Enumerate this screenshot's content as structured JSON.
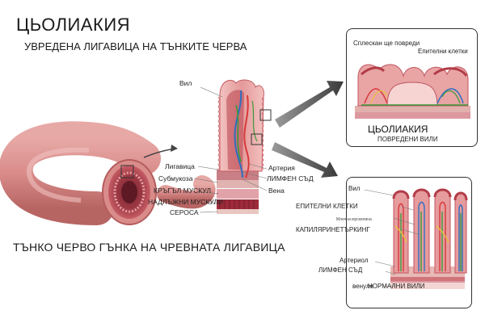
{
  "header": {
    "title": "ЦЬОЛИАКИЯ",
    "subtitle": "УВРЕДЕНА ЛИГАВИЦА НА ТЪНКИТЕ ЧЕРВА"
  },
  "caption": "ТЪНКО ЧЕРВО ГЪНКА НА ЧРЕВНАТА ЛИГАВИЦА",
  "wall_labels": {
    "villus": "Вил",
    "mucosa": "Лигавица",
    "submucosa": "Субмукоза",
    "circular_muscle": "КРЪГЪЛ МУСКУЛ",
    "longitudinal_muscle": "НАДЛЪЖНИ МУСКУЛИ",
    "serosa": "СЕРОСА",
    "artery": "Артерия",
    "lymph_vessel": "ЛИМФЕН СЪД",
    "vein": "Вена"
  },
  "celiac_panel": {
    "flattened_villi": "Сплескан ще повреди",
    "epithelial_cells": "Епителни клетки",
    "title": "ЦЬОЛИАКИЯ",
    "subtitle": "ПОВРЕДЕНИ ВИЛИ"
  },
  "normal_panel": {
    "villus": "Вил",
    "epithelial_cells": "ЕПИТЕЛНИ КЛЕТКИ",
    "muscularis_mucosae": "Млечна мускелина",
    "capillary_network": "КАПИЛЯРИНЕТЪРКИНГ",
    "arteriole": "Артериол",
    "lymph_vessel": "ЛИМФЕН СЪД",
    "venule": "венуле",
    "title": "НОРМАЛНИ ВИЛИ"
  },
  "colors": {
    "tissue_pink": "#e8a6a6",
    "tissue_dark": "#b54a52",
    "muscle_red": "#9c2b3a",
    "artery_red": "#d8383b",
    "vein_blue": "#2e6fc0",
    "lymph_green": "#3a9a3a",
    "arrow_grey": "#5a5a5a"
  }
}
